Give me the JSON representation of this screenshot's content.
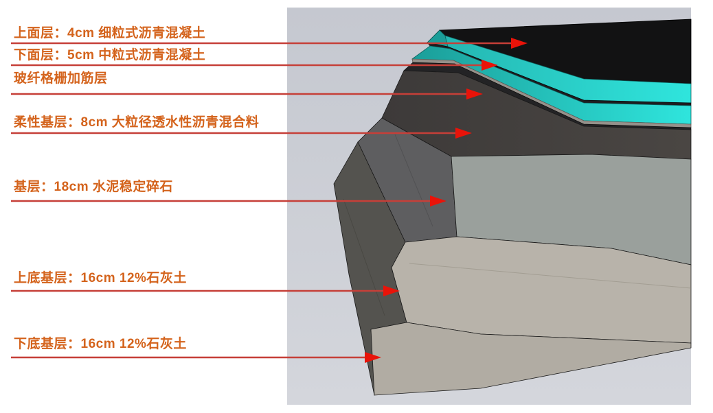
{
  "diagram": {
    "type": "pavement-structure-cross-section",
    "layers": [
      {
        "label": "上面层：4cm 细粒式沥青混凝土",
        "name": "上面层",
        "thickness": "4cm",
        "material": "细粒式沥青混凝土"
      },
      {
        "label": "下面层：5cm 中粒式沥青混凝土",
        "name": "下面层",
        "thickness": "5cm",
        "material": "中粒式沥青混凝土"
      },
      {
        "label": "玻纤格栅加筋层",
        "name": "玻纤格栅加筋层"
      },
      {
        "label": "柔性基层：8cm 大粒径透水性沥青混合料",
        "name": "柔性基层",
        "thickness": "8cm",
        "material": "大粒径透水性沥青混合料"
      },
      {
        "label": "基层：18cm 水泥稳定碎石",
        "name": "基层",
        "thickness": "18cm",
        "material": "水泥稳定碎石"
      },
      {
        "label": "上底基层：16cm 12%石灰土",
        "name": "上底基层",
        "thickness": "16cm",
        "material": "12%石灰土"
      },
      {
        "label": "下底基层：16cm 12%石灰土",
        "name": "下底基层",
        "thickness": "16cm",
        "material": "12%石灰土"
      }
    ]
  },
  "colors": {
    "page_bg": "#ffffff",
    "scene_bg_top": "#c5c8d0",
    "scene_bg_bottom": "#d4d6dc",
    "label_text": "#d4631c",
    "leader_line": "#c63f38",
    "arrow_head": "#e91309",
    "asphalt_top_black": "#121213",
    "cyan_bright": "#2fe5dd",
    "cyan_mid": "#25b7b2",
    "cyan_dark": "#1b9e99",
    "tread_black": "#1d1d1f",
    "grid_tan": "#95918b",
    "flex_base_dark": "#4a4643",
    "flex_base_darker": "#3d3a39",
    "base_left_gray": "#5e5e60",
    "base_front_gray": "#9aa09c",
    "subbase_left_dark": "#54534f",
    "subbase_beige": "#b8b3aa",
    "subbase_beige2": "#b1aca3",
    "edge_line": "#1a1a1a"
  }
}
